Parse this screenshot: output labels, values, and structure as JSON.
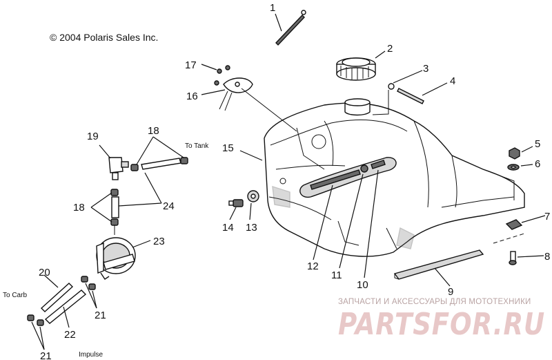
{
  "copyright": "© 2004 Polaris Sales Inc.",
  "notes": {
    "to_tank": "To Tank",
    "to_carb": "To Carb",
    "impulse": "Impulse"
  },
  "callouts": [
    "1",
    "2",
    "3",
    "4",
    "5",
    "6",
    "7",
    "8",
    "9",
    "10",
    "11",
    "12",
    "13",
    "14",
    "15",
    "16",
    "17",
    "18",
    "18",
    "19",
    "20",
    "21",
    "21",
    "22",
    "23",
    "24"
  ],
  "watermark": {
    "subtitle": "ЗАПЧАСТИ И АКСЕССУАРЫ ДЛЯ МОТОТЕХНИКИ",
    "brand": "PARTSFOR.RU"
  }
}
